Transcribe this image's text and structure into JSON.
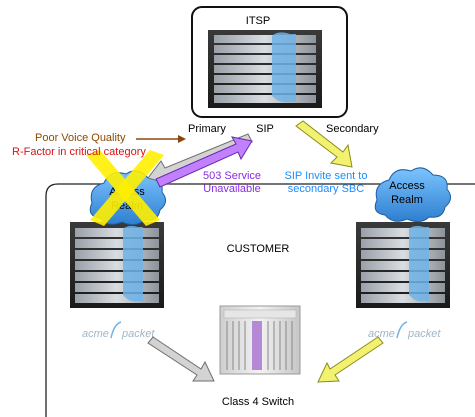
{
  "labels": {
    "itsp": "ITSP",
    "poor_quality": "Poor Voice Quality",
    "rfactor": "R-Factor in critical category",
    "primary": "Primary",
    "sip": "SIP",
    "secondary": "Secondary",
    "service_line1": "503 Service",
    "service_line2": "Unavailable",
    "invite_line1": "SIP Invite sent to",
    "invite_line2": "secondary SBC",
    "realm_left_line1": "Access",
    "realm_left_line2": "Realm",
    "realm_right_line1": "Access",
    "realm_right_line2": "Realm",
    "customer": "CUSTOMER",
    "brand_left_1": "acme",
    "brand_left_2": "packet",
    "brand_right_1": "acme",
    "brand_right_2": "packet",
    "switch": "Class 4 Switch"
  },
  "colors": {
    "poor_quality": "#8B4A00",
    "rfactor": "#DD1111",
    "service": "#8A2BE2",
    "invite": "#1C8CFF",
    "arrow_gray": "#D3D3D3",
    "arrow_purple": "#C080FF",
    "arrow_yellow": "#F2F270",
    "arrow_brown": "#8B4513",
    "cloud": "#3A9BE8",
    "x_mark": "#FFF000"
  },
  "icons": [
    "server-rack-icon",
    "cloud-icon",
    "x-mark-icon",
    "switch-chassis-icon",
    "arrow-icon"
  ]
}
